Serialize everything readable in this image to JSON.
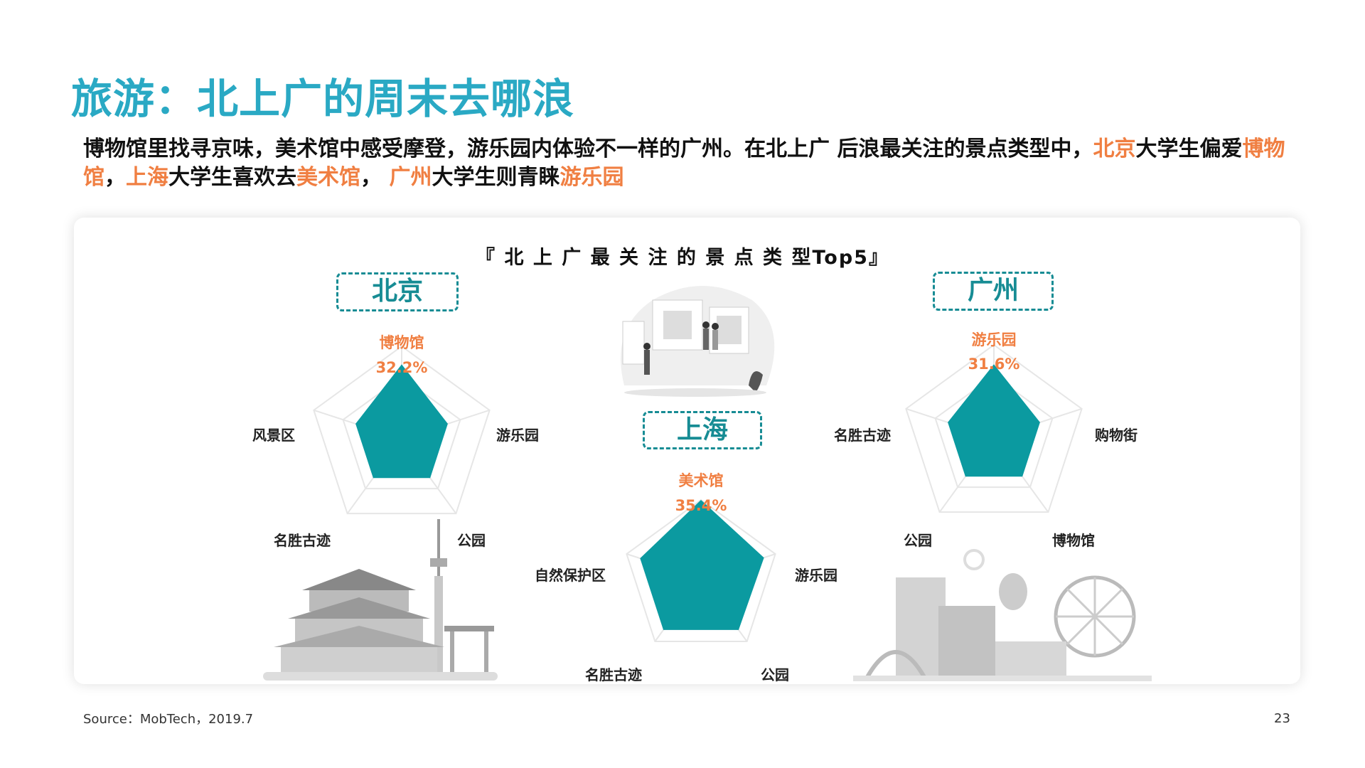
{
  "header": {
    "title": "旅游：北上广的周末去哪浪",
    "sub": [
      {
        "t": "博物馆里找寻京味，美术馆中感受摩登，游乐园内体验不一样的广州。在北上广 后浪最关注的景点类型中，",
        "h": false
      },
      {
        "t": "北京",
        "h": true
      },
      {
        "t": "大学生偏爱",
        "h": false
      },
      {
        "t": "博物馆",
        "h": true
      },
      {
        "t": "，",
        "h": false
      },
      {
        "t": "上海",
        "h": true
      },
      {
        "t": "大学生喜欢去",
        "h": false
      },
      {
        "t": "美术馆",
        "h": true
      },
      {
        "t": "， ",
        "h": false
      },
      {
        "t": "广州",
        "h": true
      },
      {
        "t": "大学生则青睐",
        "h": false
      },
      {
        "t": "游乐园",
        "h": true
      }
    ]
  },
  "chart_title": "『 北 上 广 最 关 注 的 景 点 类 型Top5』",
  "colors": {
    "title": "#2aa9c4",
    "accent": "#f07f42",
    "fill": "#0b9aa0",
    "city": "#178c94"
  },
  "chart_data": [
    {
      "type": "radar",
      "city": "北京",
      "axes": [
        "博物馆",
        "游乐园",
        "公园",
        "名胜古迹",
        "风景区"
      ],
      "values": [
        32.2,
        21,
        21,
        21,
        21
      ],
      "shown_value": "32.2%",
      "vmax": 40
    },
    {
      "type": "radar",
      "city": "上海",
      "axes": [
        "美术馆",
        "游乐园",
        "公园",
        "名胜古迹",
        "自然保护区"
      ],
      "values": [
        35.4,
        30,
        29,
        29,
        29
      ],
      "shown_value": "35.4%",
      "vmax": 35.4
    },
    {
      "type": "radar",
      "city": "广州",
      "axes": [
        "游乐园",
        "购物街",
        "博物馆",
        "公园",
        "名胜古迹"
      ],
      "values": [
        31.6,
        21,
        21,
        21,
        21
      ],
      "shown_value": "31.6%",
      "vmax": 40
    }
  ],
  "footer": {
    "source": "Source：MobTech，2019.7",
    "page": "23"
  }
}
